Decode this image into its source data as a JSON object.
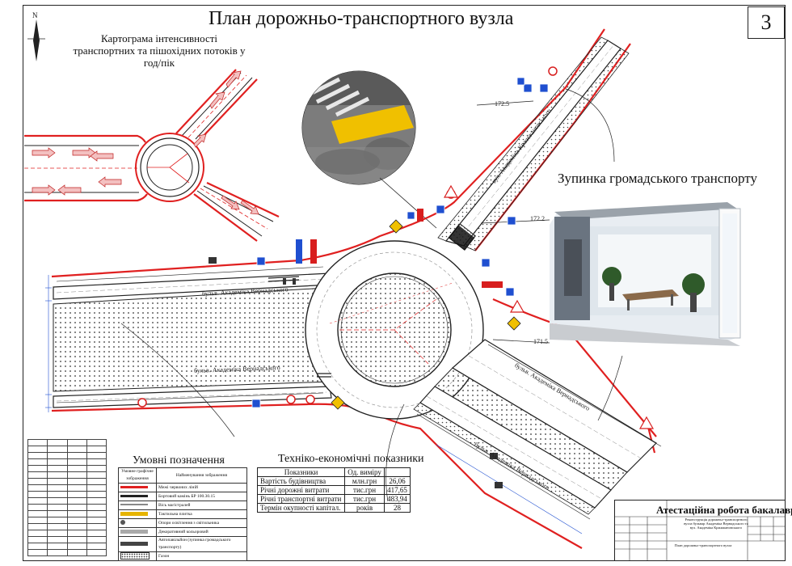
{
  "title": "План дорожньо-транспортного вузла",
  "sheet_number": "3",
  "compass_label": "N",
  "cartogram": {
    "title_line1": "Картограма інтенсивності",
    "title_line2": "транспортних та пішохідних потоків у",
    "title_line3": "год/пік"
  },
  "stop": {
    "title": "Зупинка громадського транспорту"
  },
  "roads": {
    "top_left": "бульв. Академіка Вернадського",
    "bottom_left": "бульв. Академіка Вернадського",
    "right_upper": "бульв. Академіка Вернадського",
    "right_lower": "бульв. Академіка Вернадського",
    "northeast": "вул. Академіка Кржижановського"
  },
  "elevations": {
    "e1": "172.5",
    "e2": "172.2",
    "e3": "171.5"
  },
  "legend": {
    "title": "Умовні позначення",
    "header_symbol": "Умовне графічне зображення",
    "header_name": "Найменування зображення",
    "rows": [
      {
        "name": "Межі червоних ліній",
        "color": "#e02020"
      },
      {
        "name": "Бортовий камінь БР 100.30.15",
        "color": "#222222"
      },
      {
        "name": "Вісь магістралей",
        "color": "#888888"
      },
      {
        "name": "Тактильна плитка",
        "color": "#e6b400"
      },
      {
        "name": "Опори освітлення з світильника",
        "color": "#555555"
      },
      {
        "name": "Декоративний кольоровий",
        "color": "#aaaaaa"
      },
      {
        "name": "Автопавільйон (зупинка громадського транспорту)",
        "color": "#444444"
      },
      {
        "name": "Газон",
        "color": "pattern"
      }
    ]
  },
  "tep": {
    "title": "Техніко-економічні показники",
    "header_indicator": "Показники",
    "header_unit": "Од. виміру",
    "rows": [
      {
        "name": "Вартість будівництва",
        "unit": "млн.грн",
        "value": "26,06"
      },
      {
        "name": "Річні дорожні витрати",
        "unit": "тис.грн",
        "value": "417,65"
      },
      {
        "name": "Річні транспортні витрати",
        "unit": "тис.грн",
        "value": "483,94"
      },
      {
        "name": "Термін окупності капітал.",
        "unit": "років",
        "value": "28"
      }
    ]
  },
  "stamp": {
    "title": "Атестаційна робота бакалавра",
    "description": "Реконструкція дорожньо-транспортного вузла бульвар Академіка Вернадського та вул. Академіка Кржижановського",
    "drawing_name": "План дорожньо-транспортного вузла"
  },
  "colors": {
    "red_line": "#e02020",
    "curb": "#222222",
    "tactile": "#e6b400",
    "sign_blue": "#1f4fd0",
    "sign_red": "#d81e1e"
  }
}
